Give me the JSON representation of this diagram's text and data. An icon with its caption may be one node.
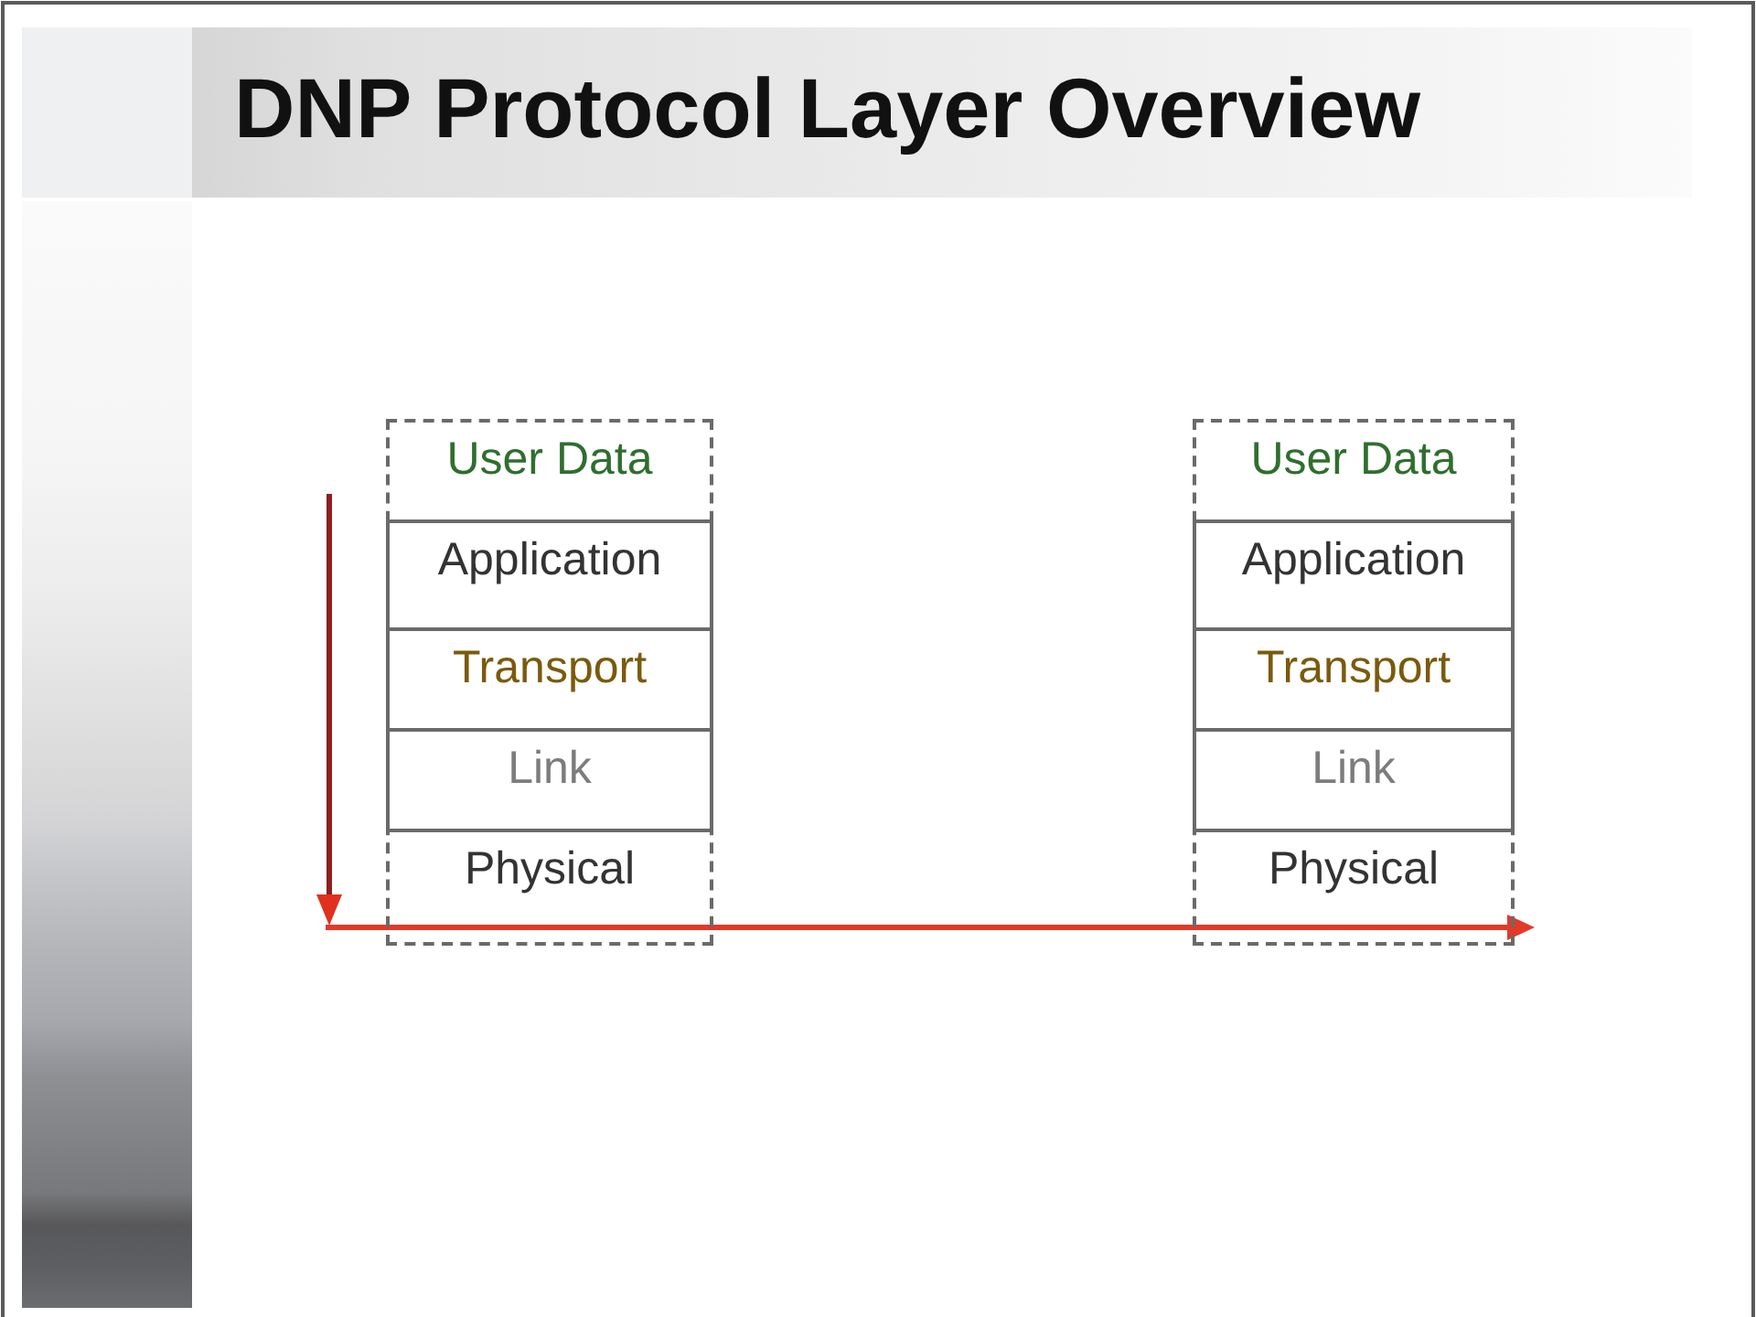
{
  "diagram": {
    "title": "DNP Protocol Layer Overview",
    "nodes": [
      {
        "text": [],
        "shape": "box"
      },
      {
        "text": [
          "User Data"
        ],
        "in": 0
      },
      {
        "text": [
          "Application"
        ],
        "in": 0
      },
      {
        "text": [
          "Transport"
        ],
        "in": 0
      },
      {
        "text": [
          "Link"
        ],
        "in": 0
      },
      {
        "text": [
          "Physical"
        ],
        "in": 0
      },
      {
        "text": [],
        "shape": "box"
      },
      {
        "text": [
          "User Data"
        ],
        "in": 6
      },
      {
        "text": [
          "Application"
        ],
        "in": 6
      },
      {
        "text": [
          "Transport"
        ],
        "in": 6
      },
      {
        "text": [
          "Link"
        ],
        "in": 6
      },
      {
        "text": [
          "Physical"
        ],
        "in": 6
      }
    ]
  }
}
